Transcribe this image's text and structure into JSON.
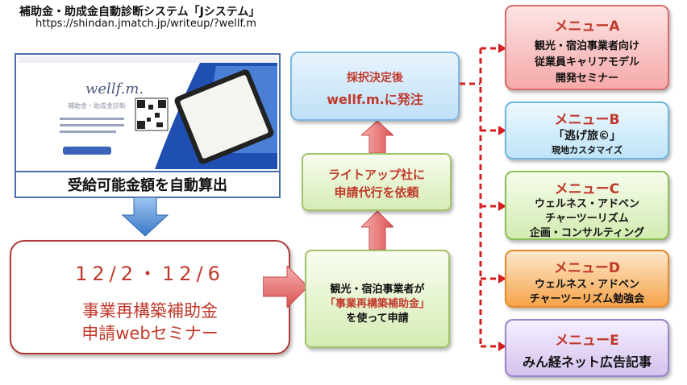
{
  "header": {
    "title": "補助金・助成金自動診断システム「Jシステム」",
    "url": "https://shindan.jmatch.jp/writeup/?wellf.m"
  },
  "screenshot": {
    "logo": "wellf.m.",
    "subtitle": "補助金・助成金診断",
    "caption": "受給可能金額を自動算出"
  },
  "seminar": {
    "date": "12/2・12/6",
    "line1": "事業再構築補助金",
    "line2": "申請webセミナー"
  },
  "flow": {
    "step1": {
      "line1": "観光・宿泊事業者が",
      "line2": "「事業再構築補助金」",
      "line3": "を使って申請"
    },
    "step2": {
      "line1": "ライトアップ社に",
      "line2": "申請代行を依頼"
    },
    "step3": {
      "line1": "採択決定後",
      "line2": "wellf.m.に発注"
    }
  },
  "menus": [
    {
      "title": "メニューA",
      "lines": [
        "観光・宿泊事業者向け",
        "従業員キャリアモデル",
        "開発セミナー"
      ]
    },
    {
      "title": "メニューB",
      "lines": [
        "「逃げ旅©」",
        "現地カスタマイズ"
      ]
    },
    {
      "title": "メニューC",
      "lines": [
        "ウェルネス・アドベン",
        "チャーツーリズム",
        "企画・コンサルティング"
      ]
    },
    {
      "title": "メニューD",
      "lines": [
        "ウェルネス・アドベン",
        "チャーツーリズム勉強会"
      ]
    },
    {
      "title": "メニューE",
      "lines": [
        "みん経ネット広告記事"
      ]
    }
  ],
  "colors": {
    "accent_red": "#c0392b",
    "arrow_blue": "#3a78c8",
    "arrow_red": "#d9534f",
    "dash_red": "#d62020"
  }
}
